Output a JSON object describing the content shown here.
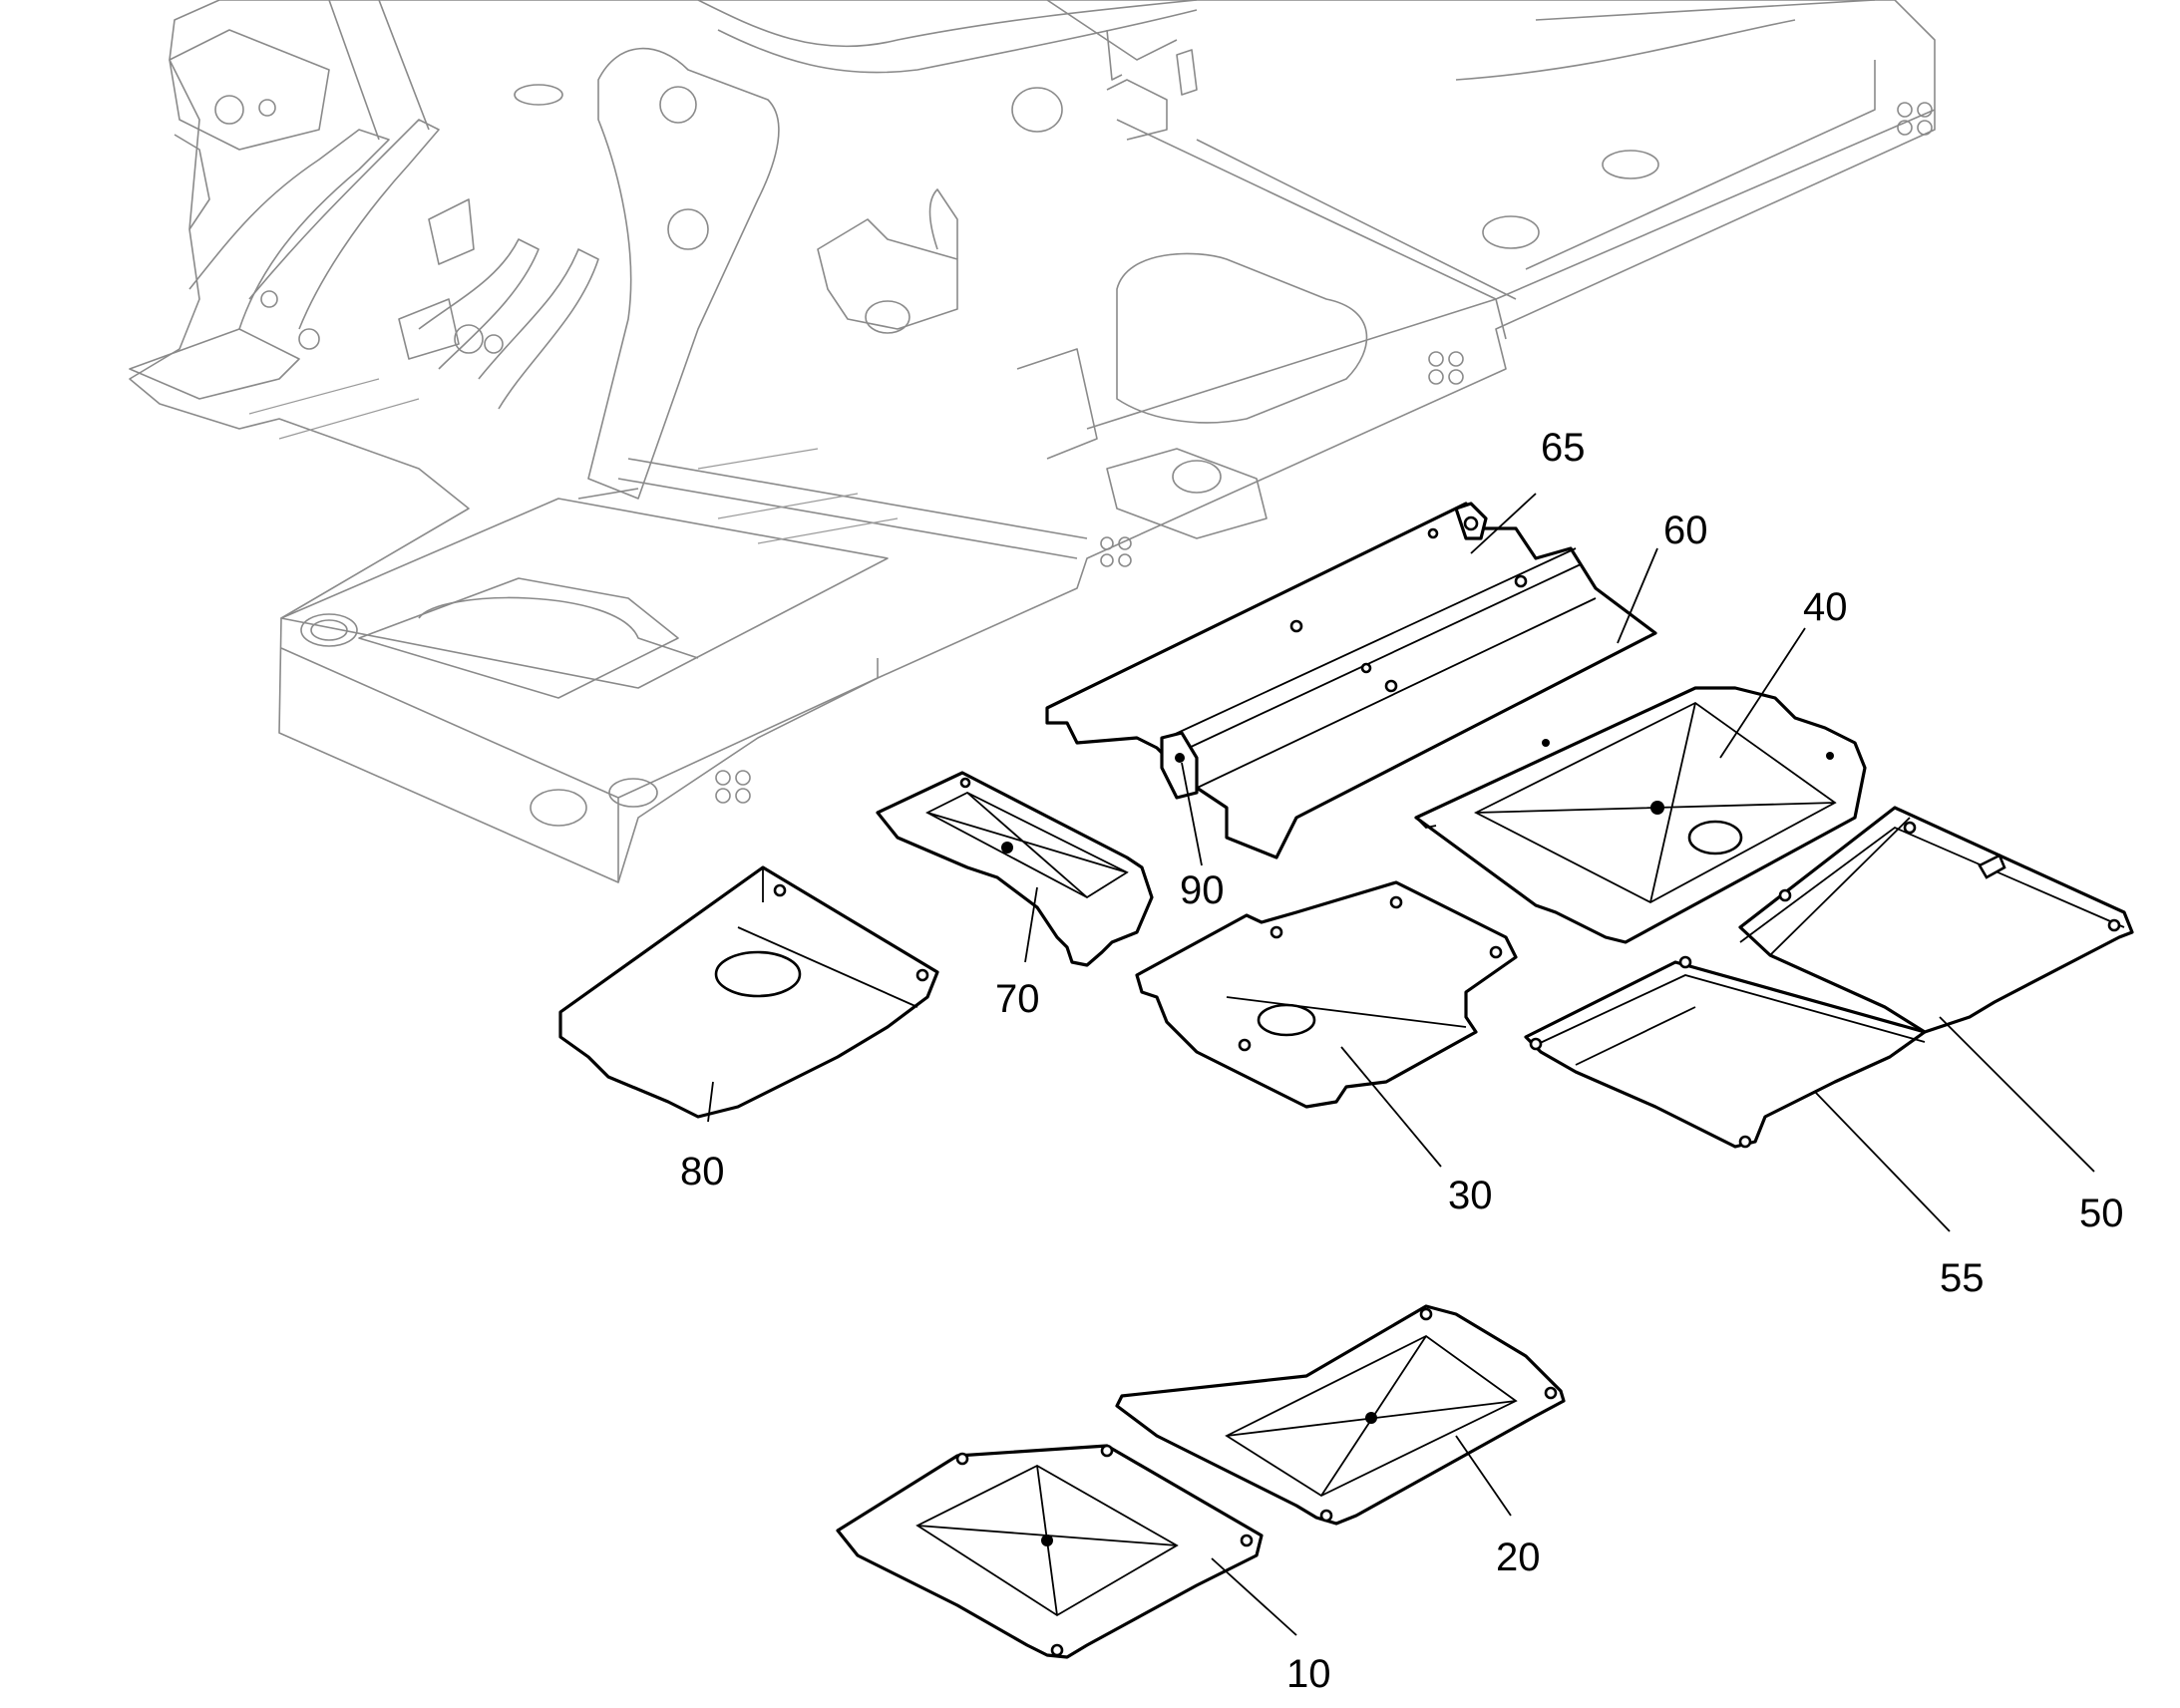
{
  "diagram": {
    "type": "exploded-parts-view",
    "callouts": [
      {
        "id": "65",
        "label": "65"
      },
      {
        "id": "60",
        "label": "60"
      },
      {
        "id": "40",
        "label": "40"
      },
      {
        "id": "90",
        "label": "90"
      },
      {
        "id": "70",
        "label": "70"
      },
      {
        "id": "80",
        "label": "80"
      },
      {
        "id": "30",
        "label": "30"
      },
      {
        "id": "50",
        "label": "50"
      },
      {
        "id": "55",
        "label": "55"
      },
      {
        "id": "20",
        "label": "20"
      },
      {
        "id": "10",
        "label": "10"
      }
    ]
  }
}
